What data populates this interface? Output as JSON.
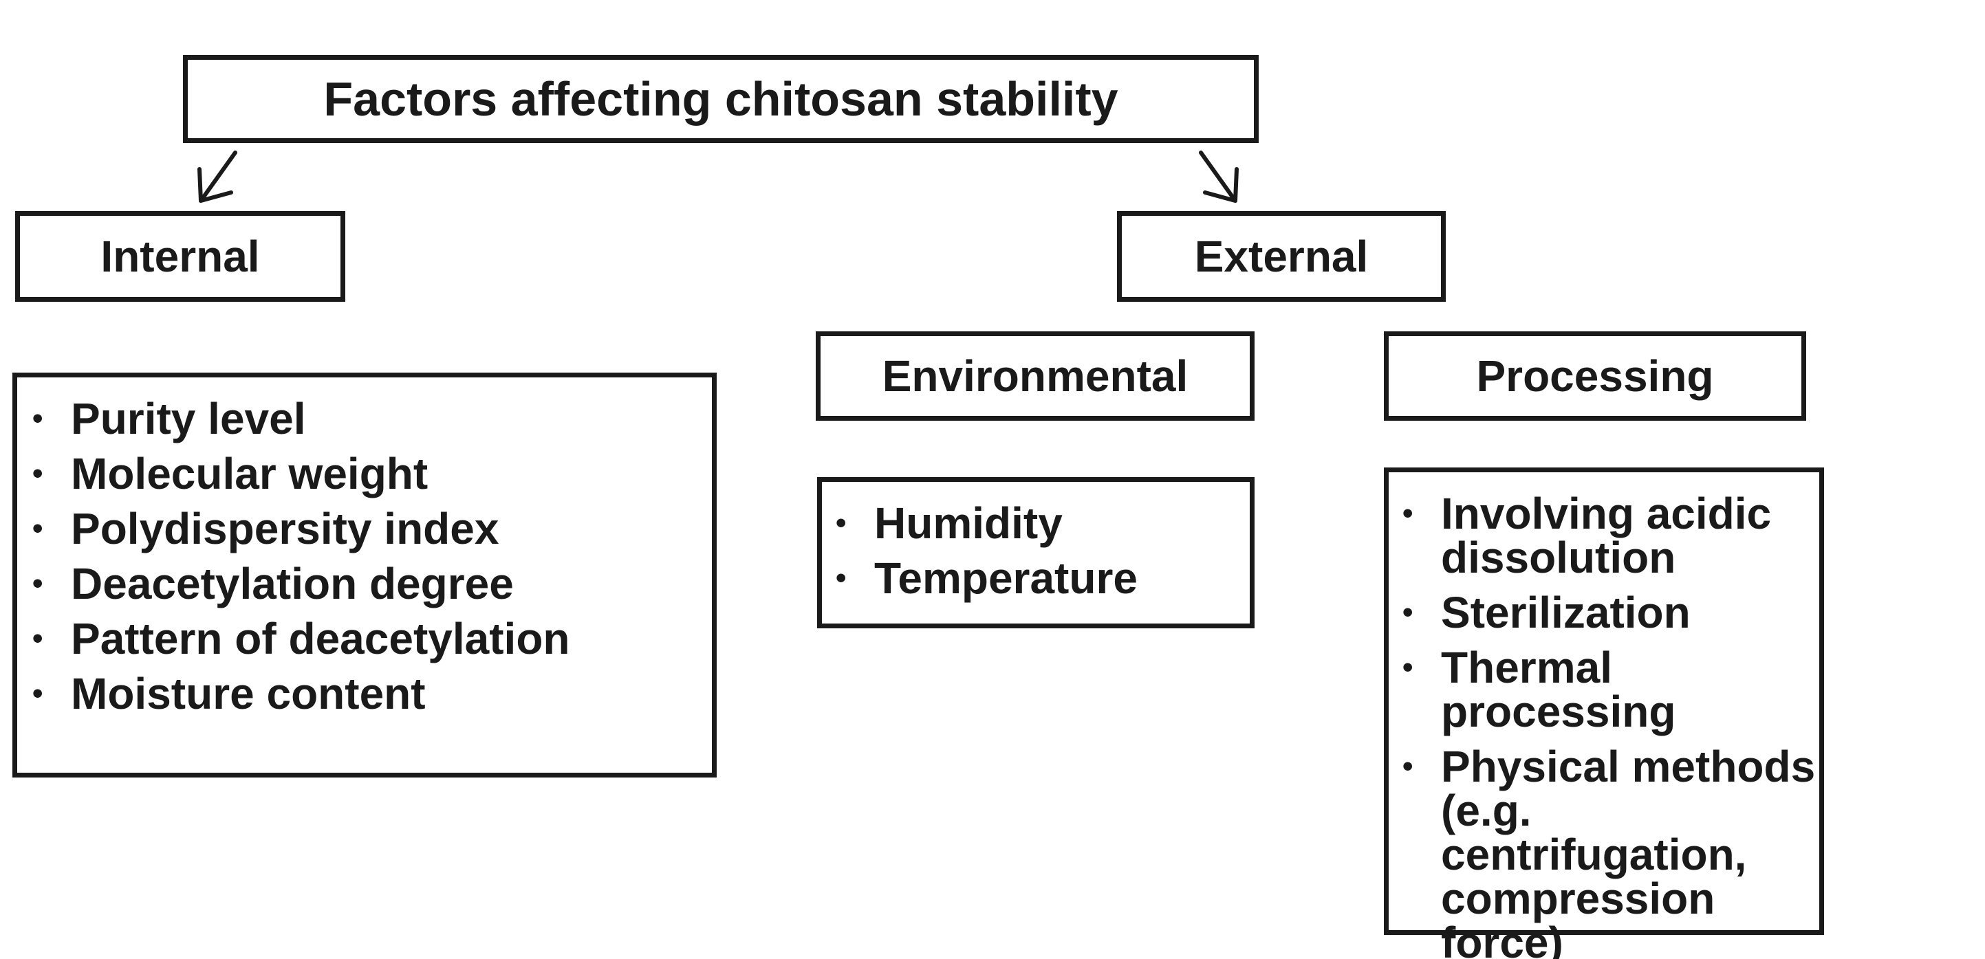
{
  "title": "Factors affecting chitosan stability",
  "internal": {
    "heading": "Internal",
    "items": [
      "Purity level",
      "Molecular weight",
      "Polydispersity index",
      "Deacetylation degree",
      "Pattern of deacetylation",
      "Moisture content"
    ]
  },
  "external": {
    "heading": "External",
    "environmental": {
      "heading": "Environmental",
      "items": [
        "Humidity",
        "Temperature"
      ]
    },
    "processing": {
      "heading": "Processing",
      "items": [
        "Involving acidic dissolution",
        "Sterilization",
        "Thermal processing",
        "Physical methods (e.g. centrifugation, compression force)"
      ]
    }
  },
  "bullet_symbol": "•"
}
